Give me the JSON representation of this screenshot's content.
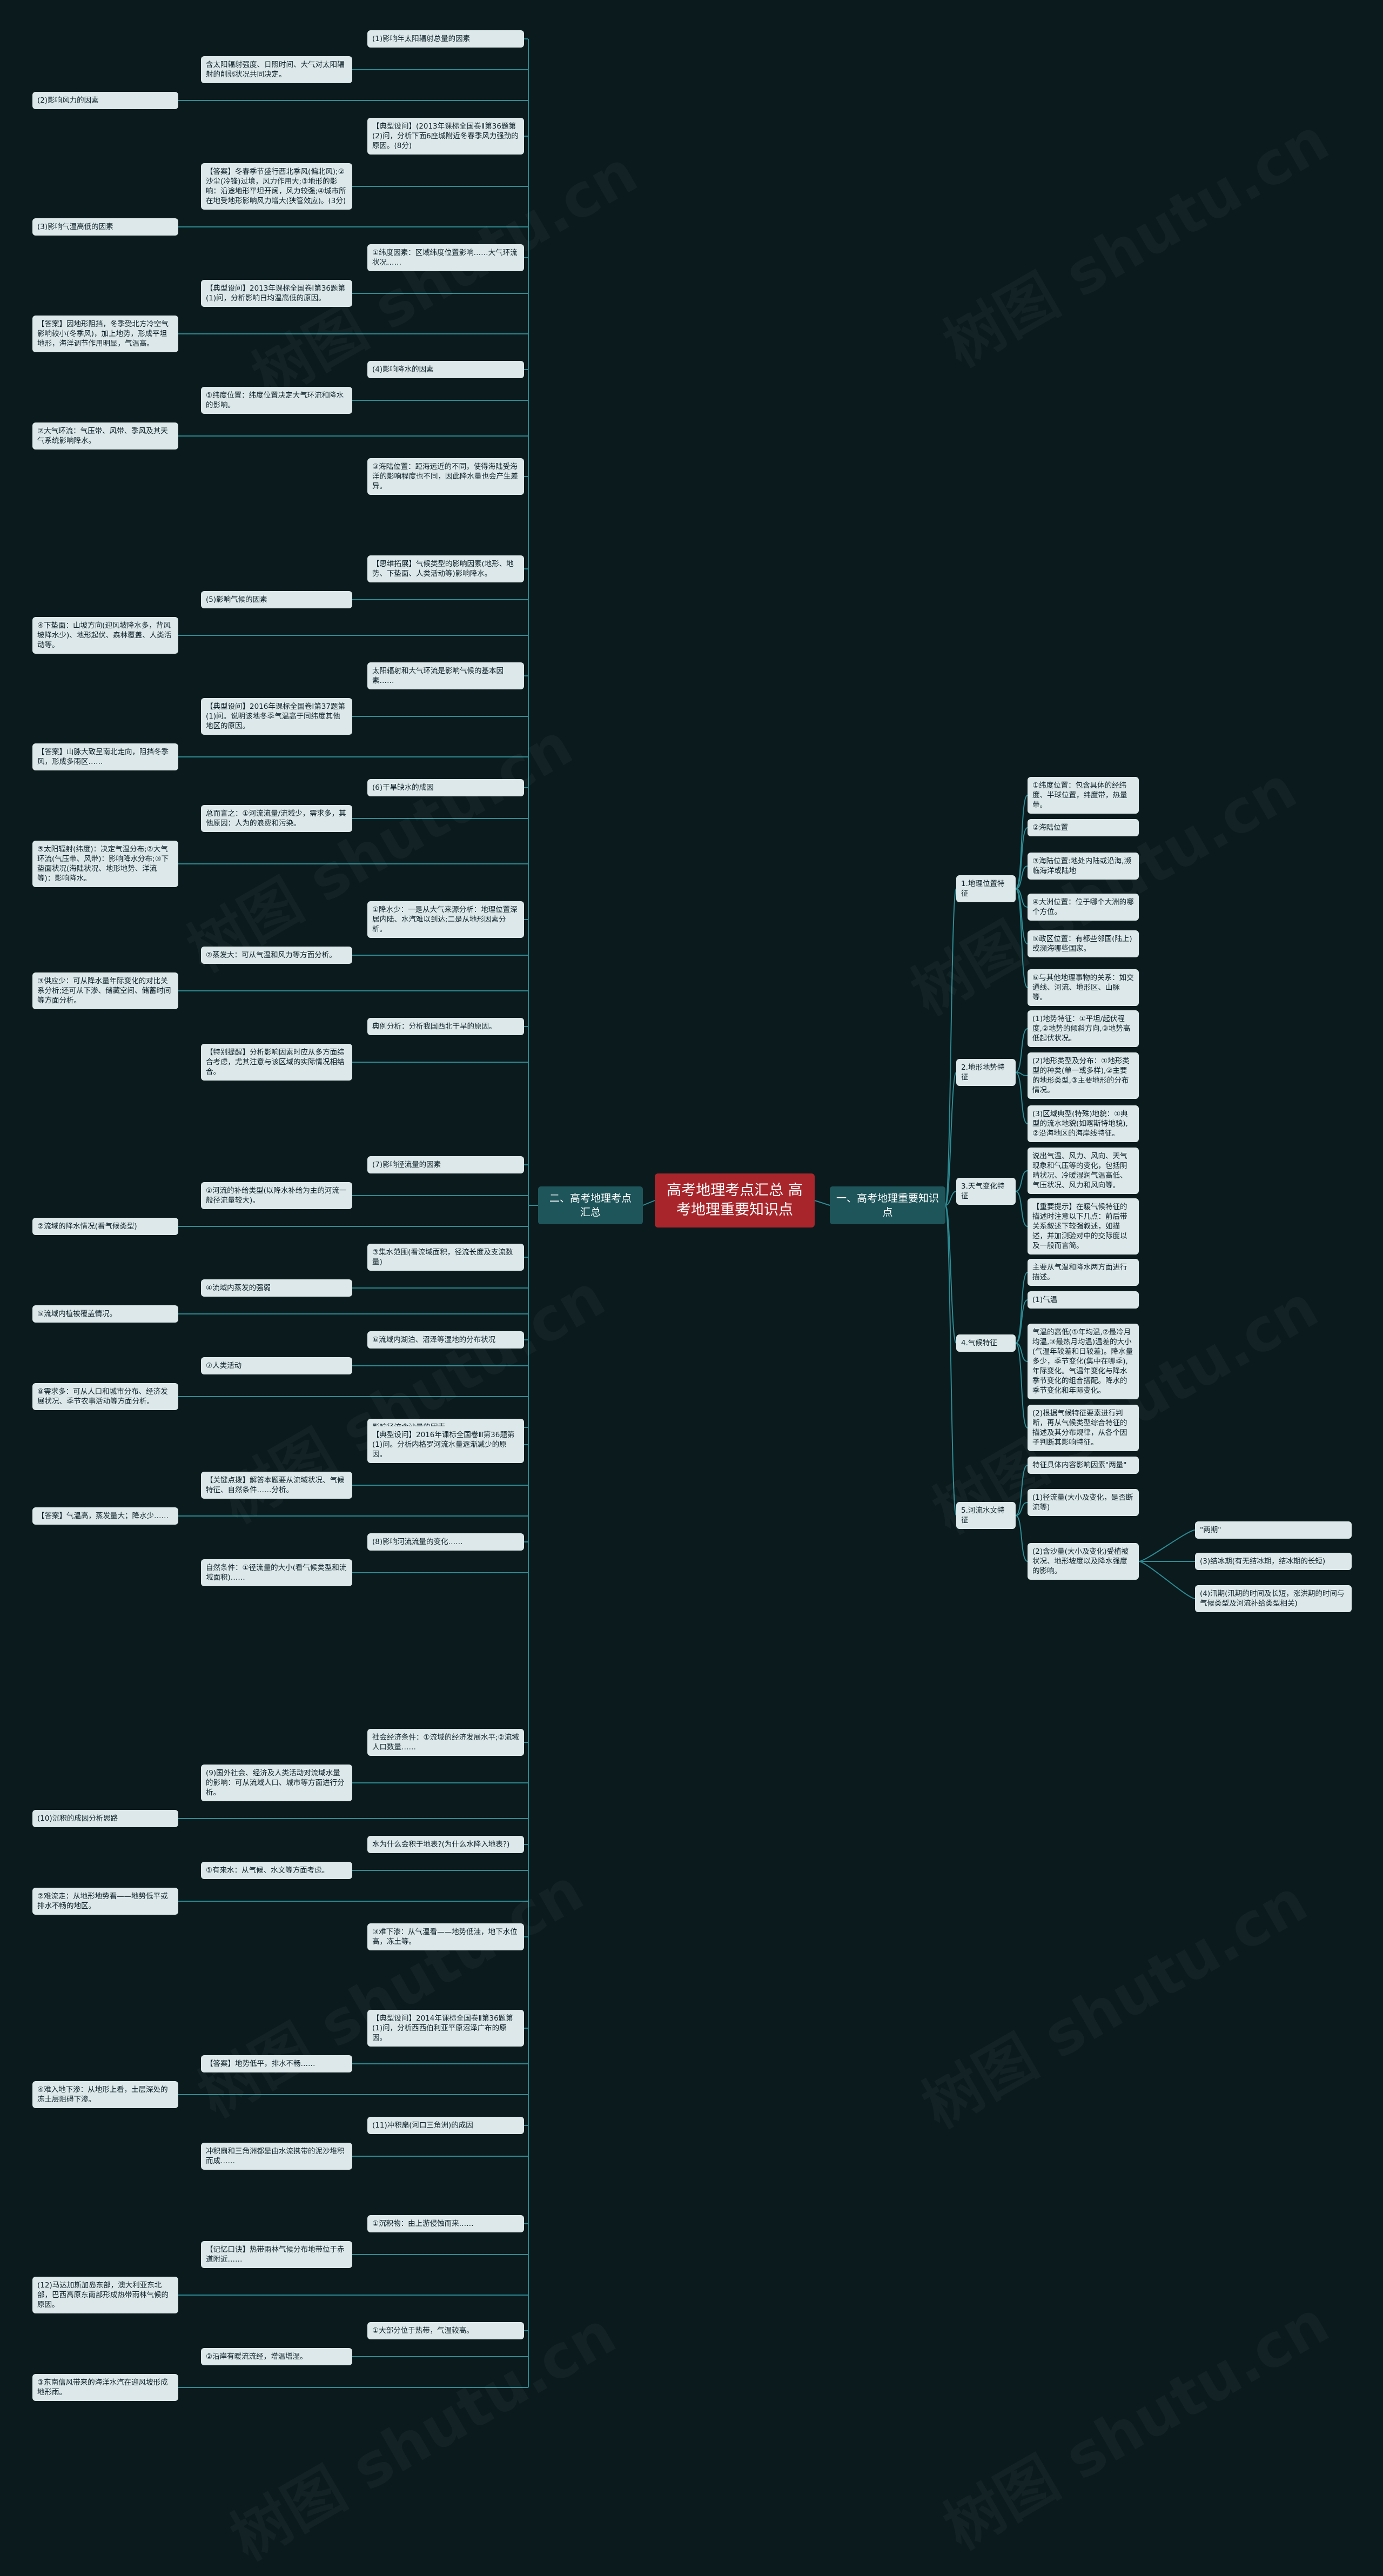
{
  "watermark": "树图 shutu.cn",
  "root": "高考地理考点汇总 高考地理重要知识点",
  "right": {
    "branch": "一、高考地理重要知识点",
    "groups": [
      {
        "label": "1.地理位置特征",
        "items": [
          "①纬度位置：包含具体的经纬度、半球位置，纬度带，热量带。",
          "②海陆位置",
          "③海陆位置:地处内陆或沿海,濒临海洋或陆地",
          "④大洲位置：位于哪个大洲的哪个方位。",
          "⑤政区位置：有都些邻国(陆上)或濒海哪些国家。",
          "⑥与其他地理事物的关系：如交通线、河流、地形区、山脉等。"
        ]
      },
      {
        "label": "2.地形地势特征",
        "items": [
          "(1)地势特征：①平坦/起伏程度,②地势的倾斜方向,③地势高低起伏状况。",
          "(2)地形类型及分布：①地形类型的种类(单一或多样),②主要的地形类型,③主要地形的分布情况。",
          "(3)区域典型(特殊)地貌：①典型的流水地貌(如喀斯特地貌),②沿海地区的海岸线特征。"
        ]
      },
      {
        "label": "3.天气变化特征",
        "items": [
          "说出气温、风力、风向、天气现象和气压等的变化，包括阴晴状况、冷暖湿润气温高低、气压状况、风力和风向等。",
          "【重要提示】在暖气候特征的描述时注意以下几点：前后带关系叙述下较强叙述，如描述，并加测验对中的交际度以及一般而言简。"
        ]
      },
      {
        "label": "4.气候特征",
        "items": [
          "主要从气温和降水两方面进行描述。",
          "(1)气温",
          "气温的高低(①年均温,②最冷月均温,③最热月均温)温差的大小(气温年较差和日较差)。降水量多少，季节变化(集中在哪季),年际变化。气温年变化与降水季节变化的组合搭配。降水的季节变化和年际变化。",
          "(2)根据气候特征要素进行判断，再从气候类型综合特征的描述及其分布规律，从各个因子判断其影响特征。"
        ]
      },
      {
        "label": "5.河流水文特征",
        "items": [
          "特征具体内容影响因素\"两量\"",
          "(1)径流量(大小及变化，是否断流等)",
          "(2)含沙量(大小及变化)受植被状况、地形坡度以及降水强度的影响。",
          "\"两期\"",
          "(3)结冰期(有无结冰期，结冰期的长短)",
          "(4)汛期(汛期的时间及长短，涨洪期的时间与气候类型及河流补给类型相关)"
        ]
      }
    ]
  },
  "left": {
    "branch": "二、高考地理考点汇总",
    "sections": [
      {
        "items": [
          "(1)影响年太阳辐射总量的因素",
          "含太阳辐射强度、日照时间、大气对太阳辐射的削弱状况共同决定。",
          "(2)影响风力的因素",
          "【典型设问】(2013年课标全国卷Ⅱ第36题第(2)问，分析下面6座城附近冬春季风力强劲的原因。(8分)",
          "【答案】冬春季节盛行西北季风(偏北风);②沙尘(冷锋)过境，风力作用大;③地形的影响：沿途地形平坦开阔，风力较强;④城市所在地受地形影响风力增大(狭管效应)。(3分)",
          "(3)影响气温高低的因素",
          "①纬度因素：区域纬度位置影响……大气环流状况……",
          "【典型设问】2013年课标全国卷Ⅰ第36题第(1)问，分析影响日均温高低的原因。",
          "【答案】因地形阻挡，冬季受北方冷空气影响较小(冬季风)，加上地势，形成平坦地形，海洋调节作用明显，气温高。",
          "(4)影响降水的因素",
          "①纬度位置：纬度位置决定大气环流和降水的影响。",
          "②大气环流：气压带、风带、季风及其天气系统影响降水。",
          "③海陆位置：距海远近的不同，使得海陆受海洋的影响程度也不同，因此降水量也会产生差异。"
        ]
      },
      {
        "items": [
          "【思维拓展】气候类型的影响因素(地形、地势、下垫面、人类活动等)影响降水。",
          "(5)影响气候的因素",
          "④下垫面：山坡方向(迎风坡降水多，背风坡降水少)、地形起伏、森林覆盖、人类活动等。",
          "太阳辐射和大气环流是影响气候的基本因素……",
          "【典型设问】2016年课标全国卷Ⅰ第37题第(1)问。说明该地冬季气温高于同纬度其他地区的原因。",
          "【答案】山脉大致呈南北走向，阻挡冬季风，形成多雨区……",
          "(6)干旱缺水的成因",
          "总而言之：①河流流量/流域少，需求多，其他原因：人为的浪费和污染。",
          "⑤太阳辐射(纬度)：决定气温分布;②大气环流(气压带、风带)：影响降水分布;③下垫面状况(海陆状况、地形地势、洋流等)：影响降水。"
        ]
      },
      {
        "items": [
          "①降水少：一是从大气来源分析：地理位置深居内陆、水汽难以到达;二是从地形因素分析。",
          "②蒸发大：可从气温和风力等方面分析。",
          "③供应少：可从降水量年际变化的对比关系分析;还可从下渗、储藏空间、储蓄时间等方面分析。",
          "典例分析：分析我国西北干旱的原因。",
          "【特别提醒】分析影响因素时应从多方面综合考虑，尤其注意与该区域的实际情况相结合。"
        ]
      },
      {
        "items": [
          "(7)影响径流量的因素",
          "①河流的补给类型(以降水补给为主的河流一般径流量较大)。",
          "②流域的降水情况(看气候类型)",
          "③集水范围(看流域面积，径流长度及支流数量)",
          "④流域内蒸发的强弱",
          "⑤流域内植被覆盖情况。",
          "⑥流域内湖泊、沼泽等湿地的分布状况",
          "⑦人类活动",
          "⑧需求多：可从人口和城市分布、经济发展状况、季节农事活动等方面分析。",
          "影响径流含沙量的因素"
        ]
      },
      {
        "items": [
          "【典型设问】2016年课标全国卷Ⅲ第36题第(1)问。分析内格罗河流水量逐渐减少的原因。",
          "【关键点拨】解答本题要从流域状况、气候特征、自然条件……分析。",
          "【答案】气温高，蒸发量大；降水少……",
          "(8)影响河流流量的变化……",
          "自然条件：①径流量的大小(看气候类型和流域面积)……"
        ]
      },
      {
        "items": [
          "社会经济条件：①流域的经济发展水平;②流域人口数量……",
          "(9)国外社会、经济及人类活动对流域水量的影响：可从流域人口、城市等方面进行分析。",
          "(10)沉积的成因分析思路",
          "水为什么会积于地表?(为什么水降入地表?)",
          "①有来水：从气候、水文等方面考虑。",
          "②难流走：从地形地势看——地势低平或排水不畅的地区。",
          "③难下渗：从气温看——地势低洼，地下水位高，冻土等。"
        ]
      },
      {
        "items": [
          "【典型设问】2014年课标全国卷Ⅱ第36题第(1)问，分析西西伯利亚平原沼泽广布的原因。",
          "【答案】地势低平，排水不畅……",
          "④难入地下渗：从地形上看，土层深处的冻土层阻碍下渗。",
          "(11)冲积扇(河口三角洲)的成因",
          "冲积扇和三角洲都是由水流携带的泥沙堆积而成……"
        ]
      },
      {
        "items": [
          "①沉积物：由上游侵蚀而来……",
          "【记忆口诀】热带雨林气候分布地带位于赤道附近……",
          "(12)马达加斯加岛东部，澳大利亚东北部，巴西高原东南部形成热带雨林气候的原因。",
          "①大部分位于热带，气温较高。",
          "②沿岸有暖流流经，增温增湿。",
          "③东南信风带来的海洋水汽在迎风坡形成地形雨。"
        ]
      }
    ]
  }
}
